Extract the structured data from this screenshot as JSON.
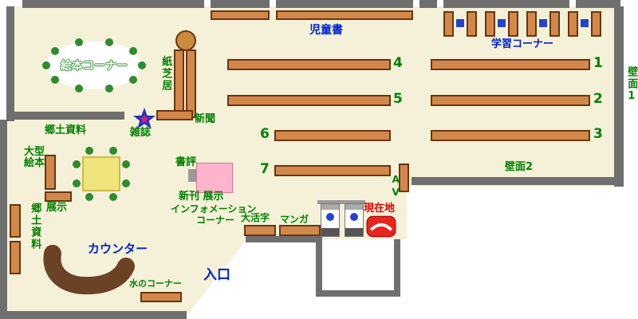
{
  "title": "図書館フロアマップ",
  "colors": {
    "floor": "#f4f1d8",
    "wall": "#6f6f6f",
    "shelf_fill": "#d2884b",
    "shelf_border": "#6b3510",
    "label_green": "#008000",
    "label_blue": "#0022cc",
    "label_red": "#e60000",
    "table_yellow": "#f0e57a",
    "display_pink": "#ffb3cc",
    "chair_green": "#2e8b2e",
    "chair_blue": "#2244cc",
    "marker_red": "#e8251f",
    "counter_brown": "#6b4226"
  },
  "labels": {
    "jidosho": "児童書",
    "gakushu_corner": "学習コーナー",
    "ehon_corner": "絵本コーナー",
    "kamishibai": "紙芝居",
    "shinbun": "新聞",
    "kyodo_shiryo_top": "郷土資料",
    "zasshi": "雑誌",
    "ogata_ehon_line1": "大型",
    "ogata_ehon_line2": "絵本",
    "tenji": "展示",
    "kyodo_shiryo_left": "郷土資料",
    "shohyo": "書評",
    "shinkan_tenji": "新刊 展示",
    "information_line1": "インフォメーション",
    "information_line2": "コーナー",
    "daikatsuji": "大活字",
    "manga": "マンガ",
    "av": "AV",
    "genzaichi": "現在地",
    "counter": "カウンター",
    "mizu_corner": "水のコーナー",
    "iriguchi": "入口",
    "hekimen1": "壁面1",
    "hekimen2": "壁面2"
  },
  "shelf_numbers": {
    "s1": "1",
    "s2": "2",
    "s3": "3",
    "s4": "4",
    "s5": "5",
    "s6": "6",
    "s7": "7"
  }
}
